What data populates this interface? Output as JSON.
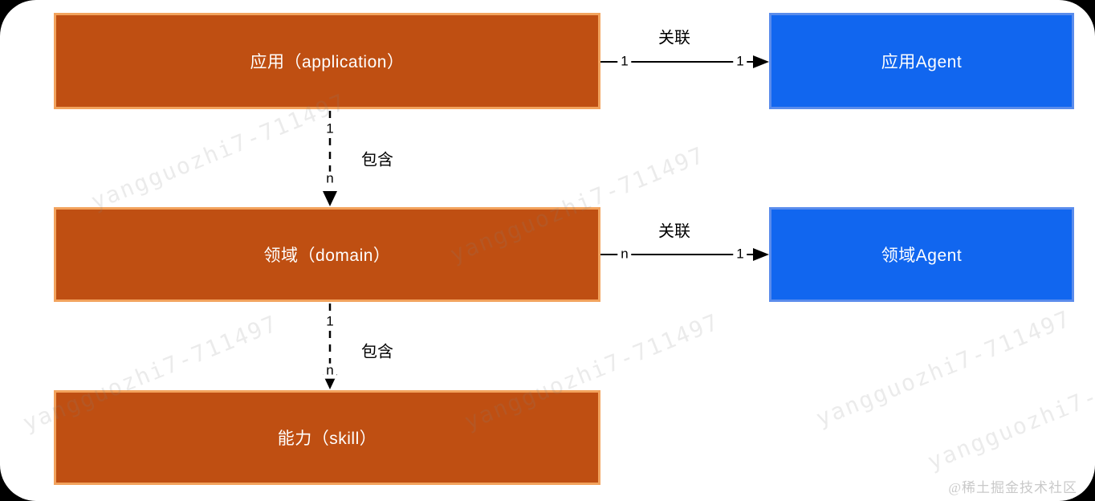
{
  "diagram": {
    "boxes": [
      {
        "id": "application",
        "label": "应用（application）",
        "type": "entity"
      },
      {
        "id": "application-agent",
        "label": "应用Agent",
        "type": "agent"
      },
      {
        "id": "domain",
        "label": "领域（domain）",
        "type": "entity"
      },
      {
        "id": "domain-agent",
        "label": "领域Agent",
        "type": "agent"
      },
      {
        "id": "skill",
        "label": "能力（skill）",
        "type": "entity"
      }
    ],
    "edges": [
      {
        "from": "application",
        "to": "application-agent",
        "label": "关联",
        "from_cardinality": "1",
        "to_cardinality": "1",
        "style": "solid",
        "direction": "right"
      },
      {
        "from": "application",
        "to": "domain",
        "label": "包含",
        "from_cardinality": "1",
        "to_cardinality": "n",
        "style": "dashed",
        "direction": "down"
      },
      {
        "from": "domain",
        "to": "domain-agent",
        "label": "关联",
        "from_cardinality": "n",
        "to_cardinality": "1",
        "style": "solid",
        "direction": "right"
      },
      {
        "from": "domain",
        "to": "skill",
        "label": "包含",
        "from_cardinality": "1",
        "to_cardinality": "n",
        "style": "dashed",
        "direction": "down"
      }
    ],
    "colors": {
      "entity_fill": "#BF4F12",
      "entity_border": "#F2A35D",
      "agent_fill": "#1166EF",
      "agent_border": "#5A8CEC",
      "box_text": "#FFFFFF",
      "line": "#000000",
      "watermark": "#EDEDED",
      "credit": "#C9C9C9"
    }
  },
  "watermark": {
    "text": "yangguozhi7-711497",
    "short_text": "yangguozhi7"
  },
  "credit": {
    "text": "@稀土掘金技术社区"
  }
}
